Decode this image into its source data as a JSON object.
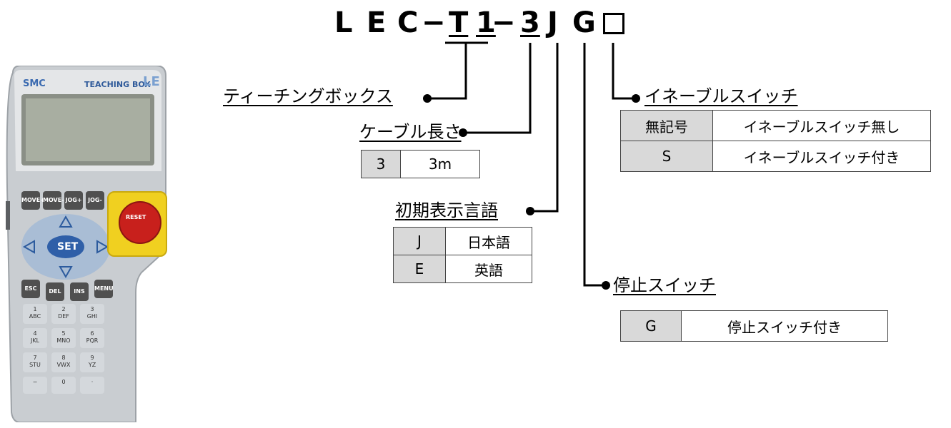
{
  "model_code": {
    "prefix": [
      "L",
      "E",
      "C",
      "−"
    ],
    "segment1": [
      "T",
      "1"
    ],
    "dash2": "−",
    "segment2": [
      "3",
      "J",
      "G"
    ],
    "option_box": ""
  },
  "device": {
    "brand": "SMC",
    "title": "TEACHING BOX",
    "logo": "LE",
    "keys_top": [
      "MOVE+",
      "MOVE-",
      "JOG+",
      "JOG-"
    ],
    "set_label": "SET",
    "keys_mid": [
      "ESC",
      "DEL",
      "INS",
      "MENU"
    ],
    "num_keys": [
      {
        "n": "1",
        "s": "ABC"
      },
      {
        "n": "2",
        "s": "DEF"
      },
      {
        "n": "3",
        "s": "GHI"
      },
      {
        "n": "4",
        "s": "JKL"
      },
      {
        "n": "5",
        "s": "MNO"
      },
      {
        "n": "6",
        "s": "PQR"
      },
      {
        "n": "7",
        "s": "STU"
      },
      {
        "n": "8",
        "s": "VWX"
      },
      {
        "n": "9",
        "s": "YZ"
      },
      {
        "n": "−",
        "s": ""
      },
      {
        "n": "0",
        "s": ""
      },
      {
        "n": "·",
        "s": ""
      }
    ],
    "estop_label": "RESET"
  },
  "labels": {
    "teaching_box": "ティーチングボックス",
    "cable_length": "ケーブル長さ",
    "initial_language": "初期表示言語",
    "enable_switch": "イネーブルスイッチ",
    "stop_switch": "停止スイッチ"
  },
  "tables": {
    "cable": [
      {
        "key": "3",
        "value": "3m"
      }
    ],
    "language": [
      {
        "key": "J",
        "value": "日本語"
      },
      {
        "key": "E",
        "value": "英語"
      }
    ],
    "enable": [
      {
        "key": "無記号",
        "value": "イネーブルスイッチ無し"
      },
      {
        "key": "S",
        "value": "イネーブルスイッチ付き"
      }
    ],
    "stop": [
      {
        "key": "G",
        "value": "停止スイッチ付き"
      }
    ]
  }
}
